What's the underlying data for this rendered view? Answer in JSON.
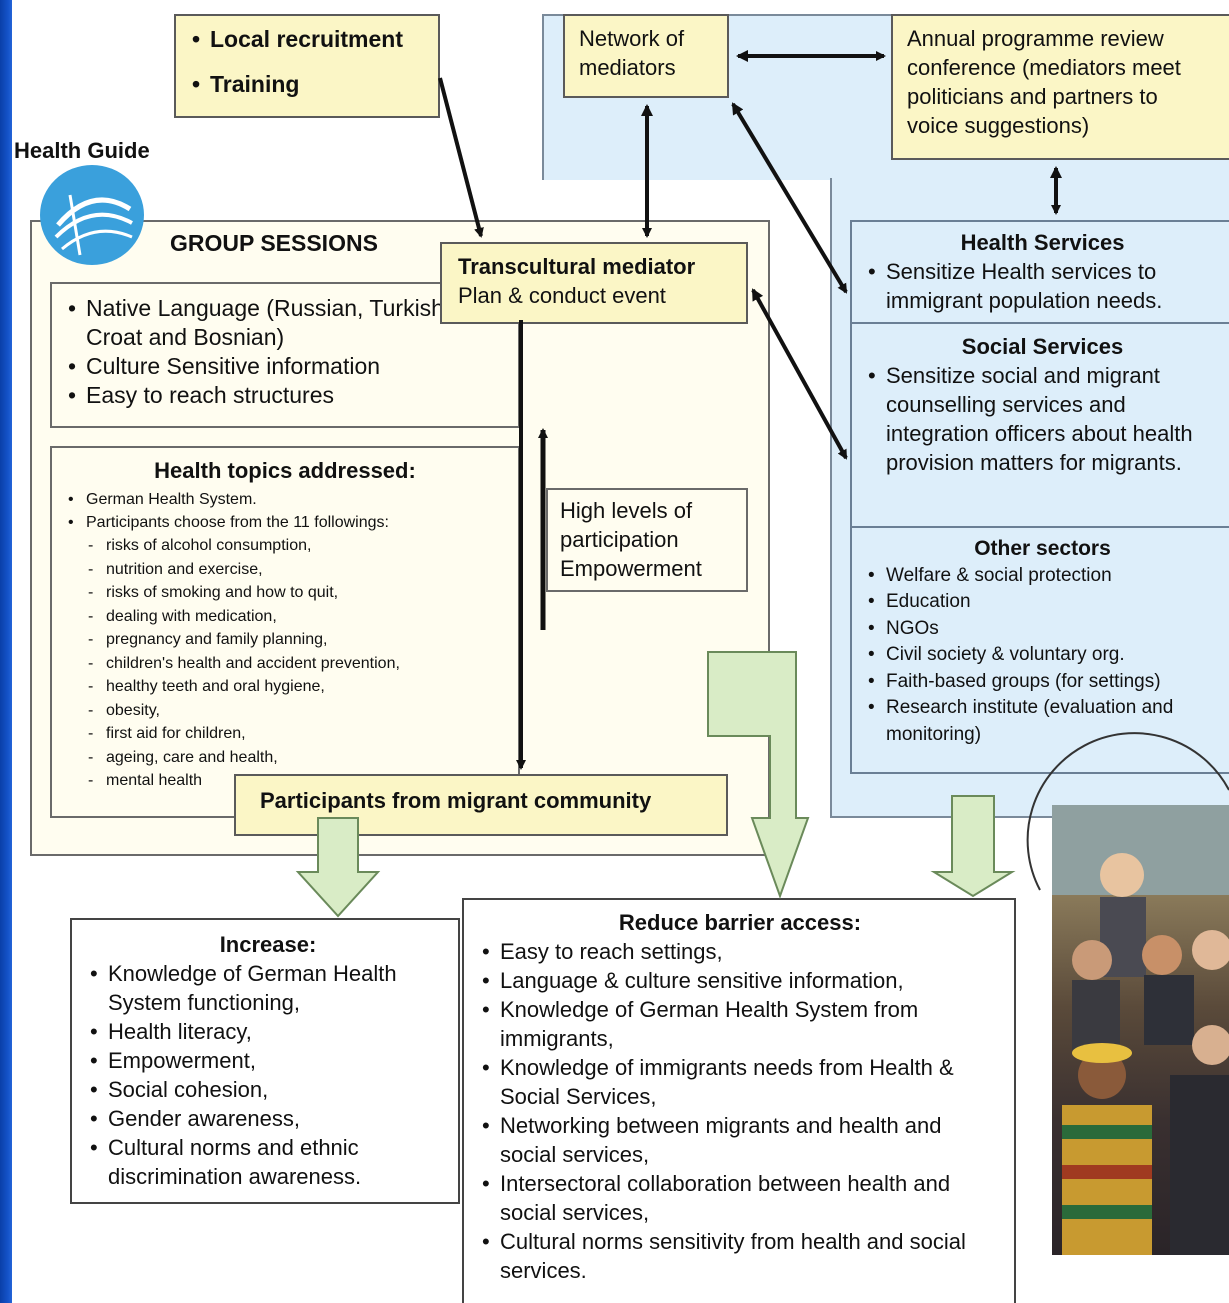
{
  "recruitment": {
    "items": [
      "Local recruitment",
      "Training"
    ]
  },
  "health_guide": {
    "label": "Health Guide"
  },
  "group_sessions": {
    "title": "GROUP SESSIONS",
    "items": [
      "Native Language (Russian, Turkish, Serb, Croat and Bosnian)",
      "Culture Sensitive information",
      "Easy to reach structures"
    ]
  },
  "health_topics": {
    "title": "Health topics addressed:",
    "items": [
      "German Health System.",
      "Participants choose from the 11 followings:"
    ],
    "sub_items": [
      "risks of alcohol consumption,",
      "nutrition and exercise,",
      "risks of smoking and how to quit,",
      "dealing with medication,",
      "pregnancy and family planning,",
      "children's health and accident prevention,",
      "healthy teeth and oral hygiene,",
      "obesity,",
      "first aid for children,",
      "ageing, care and health,",
      "mental health"
    ]
  },
  "mediator": {
    "title": "Transcultural mediator",
    "subtitle": "Plan & conduct event"
  },
  "participation": {
    "lines": [
      "High levels of participation",
      "Empowerment"
    ]
  },
  "participants": {
    "label": "Participants from migrant community"
  },
  "network": {
    "label": "Network of mediators"
  },
  "annual": {
    "label": "Annual programme review conference (mediators meet politicians and partners to voice suggestions)"
  },
  "health_services": {
    "title": "Health Services",
    "items": [
      "Sensitize Health services to immigrant population needs."
    ]
  },
  "social_services": {
    "title": "Social Services",
    "items": [
      "Sensitize social and migrant counselling services and integration officers about health provision matters for migrants."
    ]
  },
  "other_sectors": {
    "title": "Other sectors",
    "items": [
      "Welfare & social protection",
      "Education",
      "NGOs",
      "Civil society & voluntary org.",
      "Faith-based groups (for settings)",
      "Research institute (evaluation and monitoring)"
    ]
  },
  "increase": {
    "title": "Increase:",
    "items": [
      "Knowledge of German Health System functioning,",
      "Health literacy,",
      "Empowerment,",
      "Social cohesion,",
      "Gender awareness,",
      "Cultural norms and ethnic discrimination awareness."
    ]
  },
  "reduce": {
    "title": "Reduce barrier access:",
    "items": [
      "Easy to reach settings,",
      "Language & culture sensitive information,",
      "Knowledge of German Health System from immigrants,",
      "Knowledge of immigrants needs from Health & Social Services,",
      "Networking between migrants and health and social services,",
      "Intersectoral collaboration between health and social services,",
      "Cultural norms sensitivity from health and social services."
    ]
  },
  "colors": {
    "yellow_box": "#fbf6c6",
    "blue_panel": "#ddeefa",
    "arrow_green": "#d9ecc6",
    "slide_blue": "#1453c9"
  }
}
